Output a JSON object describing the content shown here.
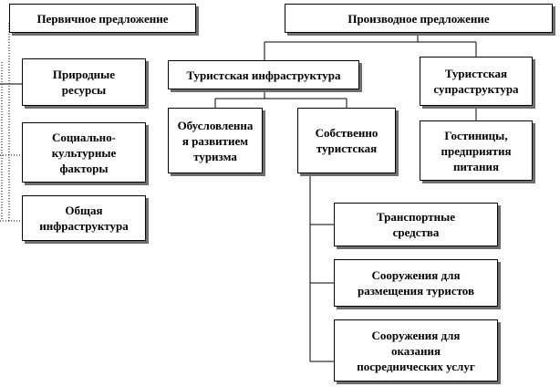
{
  "diagram": {
    "primary_header": "Первичное предложение",
    "derived_header": "Производное предложение",
    "natural_resources": "Природные\nресурсы",
    "sociocultural_factors": "Социально-\nкультурные\nфакторы",
    "general_infrastructure": "Общая\nинфраструктура",
    "tourist_infrastructure": "Туристская  инфраструктура",
    "tourist_superstructure": "Туристская\nсупраструктура",
    "tourism_driven": "Обусловленна\nя развитием\nтуризма",
    "tourist_proper": "Собственно\nтуристская",
    "hotels_catering": "Гостиницы,\nпредприятия\nпитания",
    "transport": "Транспортные\nсредства",
    "accommodation_facilities": "Сооружения для\nразмещения  туристов",
    "intermediary_facilities": "Сооружения для\nоказания\nпосреднических  услуг"
  },
  "colors": {
    "border": "#000000",
    "shadow": "#6e6e6e",
    "connector": "#000000",
    "background": "#ffffff"
  }
}
